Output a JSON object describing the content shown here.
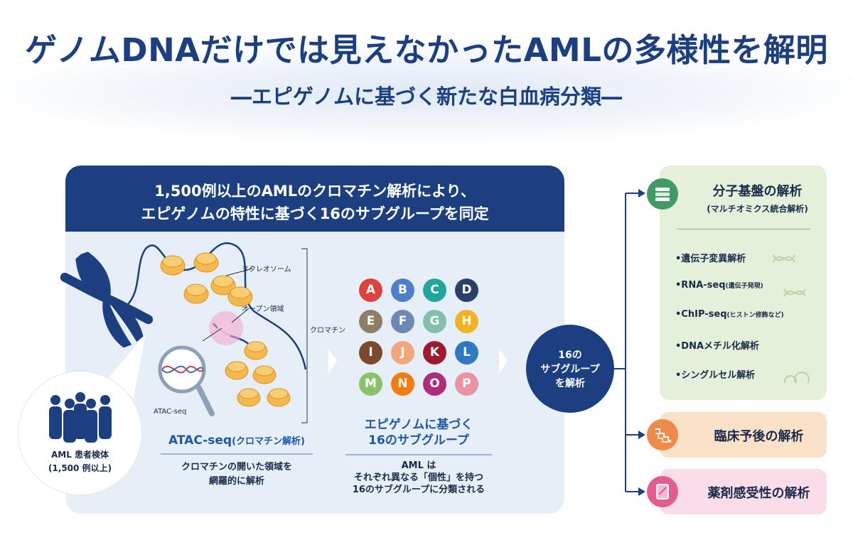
{
  "header": {
    "title": "ゲノムDNAだけでは見えなかったAMLの多様性を解明",
    "subtitle": "―エピゲノムに基づく新たな白血病分類―"
  },
  "panel": {
    "heading_line1": "1,500例以上のAMLのクロマチン解析により、",
    "heading_line2": "エピゲノムの特性に基づく16のサブグループを同定"
  },
  "patients": {
    "line1": "AML 患者検体",
    "line2": "(1,500 例以上)"
  },
  "chromatin": {
    "nucleosome_label": "ヌクレオソーム",
    "open_region_label": "オープン領域",
    "chromatin_label": "クロマチン",
    "atac_icon_label": "ATAC-seq"
  },
  "atac": {
    "title": "ATAC-seq",
    "title_paren": "(クロマチン解析)",
    "desc_line1": "クロマチンの開いた領域を",
    "desc_line2": "網羅的に解析"
  },
  "subgroups": {
    "letters": [
      "A",
      "B",
      "C",
      "D",
      "E",
      "F",
      "G",
      "H",
      "I",
      "J",
      "K",
      "L",
      "M",
      "N",
      "O",
      "P"
    ],
    "colors": [
      "#e0413a",
      "#4f7ecb",
      "#1fa79b",
      "#2b3f6b",
      "#8f7d66",
      "#6d88b5",
      "#83c0ac",
      "#f1b326",
      "#7b4a2c",
      "#f2a77a",
      "#9e1a2e",
      "#2f78c4",
      "#88c36a",
      "#f17c12",
      "#b12b7c",
      "#e993a4"
    ],
    "title_line1": "エピゲノムに基づく",
    "title_line2": "16のサブグループ",
    "desc_line1": "AML は",
    "desc_line2": "それぞれ異なる「個性」を持つ",
    "desc_line3": "16のサブグループに分類される"
  },
  "hub": {
    "line1": "16の",
    "line2": "サブグループ",
    "line3": "を解析"
  },
  "molecular": {
    "title": "分子基盤の解析",
    "subtitle": "(マルチオミクス統合解析)",
    "items": [
      {
        "label": "•遺伝子変異解析",
        "note": ""
      },
      {
        "label": "•RNA-seq",
        "note": "(遺伝子発現)"
      },
      {
        "label": "•ChIP-seq",
        "note": "(ヒストン修飾など)"
      },
      {
        "label": "•DNAメチル化解析",
        "note": ""
      },
      {
        "label": "•シングルセル解析",
        "note": ""
      }
    ]
  },
  "prognosis": {
    "title": "臨床予後の解析"
  },
  "drug": {
    "title": "薬剤感受性の解析"
  },
  "colors": {
    "navy": "#1c3f82",
    "panel_bg": "#e6eef8",
    "green_card": "#e4f0d9",
    "orange_card": "#fbe1c8",
    "pink_card": "#fbdde9",
    "nucleosome": "#f5b84a"
  },
  "icons": {
    "molecular": "stacked-layers-icon",
    "prognosis": "survival-curve-icon",
    "drug": "pill-capsule-icon",
    "patients": "people-group-icon",
    "chromosome": "chromosome-icon",
    "magnifier": "magnifier-dna-icon"
  }
}
